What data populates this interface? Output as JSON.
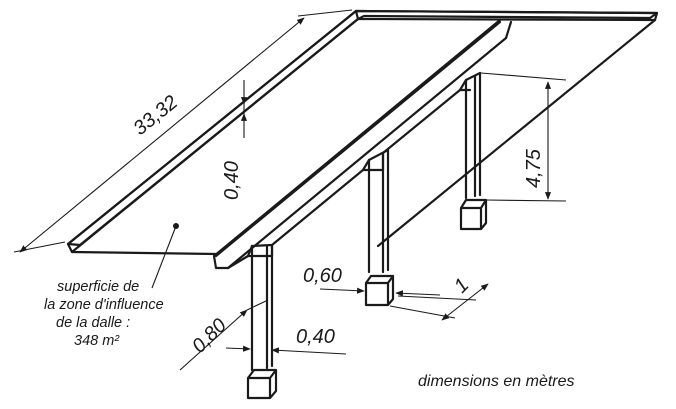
{
  "dimensions": {
    "slab_length": "33,32",
    "slab_thickness": "0,40",
    "column_height": "4,75",
    "column_width": "0,60",
    "column_spacing": "1",
    "beam_depth": "0,80",
    "beam_width": "0,40"
  },
  "annotation": {
    "line1": "superficie de",
    "line2": "la zone d'influence",
    "line3": "de la dalle :",
    "line4": "348 m²"
  },
  "legend": "dimensions en mètres"
}
